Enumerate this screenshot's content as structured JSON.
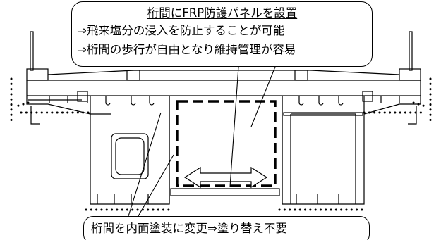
{
  "diagram": {
    "top_callout": {
      "heading": "桁間にFRP防護パネルを設置",
      "lines": [
        "⇒飛来塩分の浸入を防止することが可能",
        "⇒桁間の歩行が自由となり維持管理が容易"
      ]
    },
    "bottom_callout": {
      "text": "桁間を内面塗装に変更⇒塗り替え不要"
    }
  }
}
